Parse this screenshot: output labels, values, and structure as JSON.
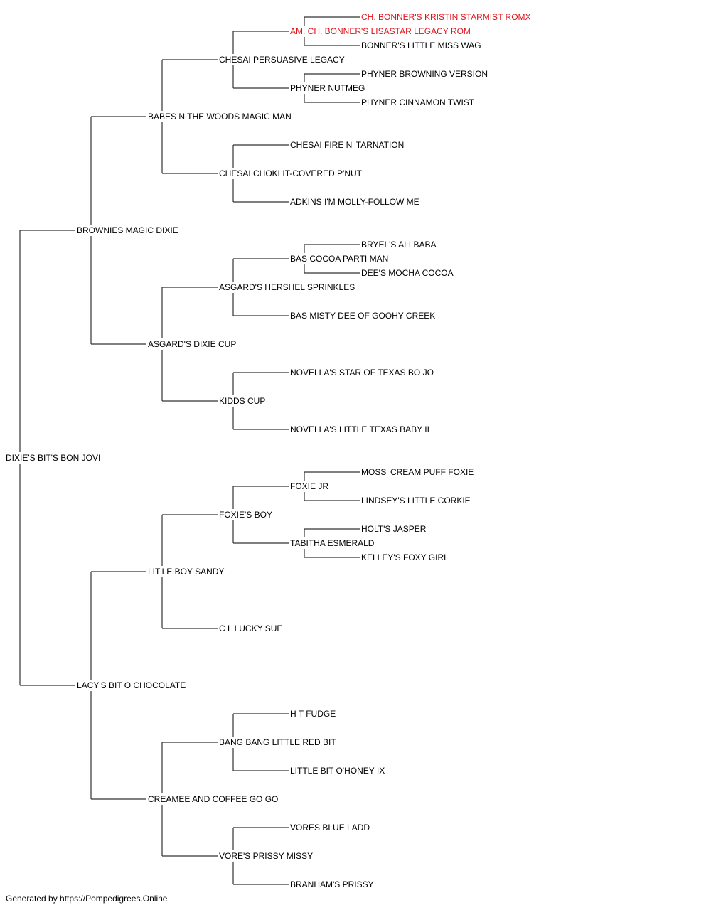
{
  "colors": {
    "line": "#333333",
    "text": "#000000",
    "highlight": "#e0121b"
  },
  "pedigree": {
    "name": "DIXIE'S BIT'S BON JOVI",
    "sire": {
      "name": "BROWNIES MAGIC DIXIE",
      "sire": {
        "name": "BABES N THE WOODS MAGIC MAN",
        "sire": {
          "name": "CHESAI PERSUASIVE LEGACY",
          "sire": {
            "name": "AM. CH. BONNER'S LISASTAR LEGACY ROM",
            "highlight": true,
            "sire": {
              "name": "CH. BONNER'S KRISTIN STARMIST ROMX",
              "highlight": true
            },
            "dam": {
              "name": "BONNER'S LITTLE MISS WAG"
            }
          },
          "dam": {
            "name": "PHYNER NUTMEG",
            "sire": {
              "name": "PHYNER BROWNING VERSION"
            },
            "dam": {
              "name": "PHYNER CINNAMON TWIST"
            }
          }
        },
        "dam": {
          "name": "CHESAI CHOKLIT-COVERED P'NUT",
          "sire": {
            "name": "CHESAI FIRE N' TARNATION"
          },
          "dam": {
            "name": "ADKINS I'M MOLLY-FOLLOW ME"
          }
        }
      },
      "dam": {
        "name": "ASGARD'S DIXIE CUP",
        "sire": {
          "name": "ASGARD'S HERSHEL SPRINKLES",
          "sire": {
            "name": "BAS COCOA PARTI MAN",
            "sire": {
              "name": "BRYEL'S ALI BABA"
            },
            "dam": {
              "name": "DEE'S MOCHA COCOA"
            }
          },
          "dam": {
            "name": "BAS MISTY DEE OF GOOHY CREEK"
          }
        },
        "dam": {
          "name": "KIDDS CUP",
          "sire": {
            "name": "NOVELLA'S STAR OF TEXAS BO JO"
          },
          "dam": {
            "name": "NOVELLA'S LITTLE TEXAS BABY II"
          }
        }
      }
    },
    "dam": {
      "name": "LACY'S BIT O CHOCOLATE",
      "sire": {
        "name": "LIT'LE BOY SANDY",
        "sire": {
          "name": "FOXIE'S BOY",
          "sire": {
            "name": "FOXIE JR",
            "sire": {
              "name": "MOSS' CREAM PUFF FOXIE"
            },
            "dam": {
              "name": "LINDSEY'S LITTLE CORKIE"
            }
          },
          "dam": {
            "name": "TABITHA ESMERALD",
            "sire": {
              "name": "HOLT'S JASPER"
            },
            "dam": {
              "name": "KELLEY'S FOXY GIRL"
            }
          }
        },
        "dam": {
          "name": "C L LUCKY SUE"
        }
      },
      "dam": {
        "name": "CREAMEE AND COFFEE GO GO",
        "sire": {
          "name": "BANG BANG LITTLE RED BIT",
          "sire": {
            "name": "H T FUDGE"
          },
          "dam": {
            "name": "LITTLE BIT O'HONEY IX"
          }
        },
        "dam": {
          "name": "VORE'S PRISSY MISSY",
          "sire": {
            "name": "VORES BLUE LADD"
          },
          "dam": {
            "name": "BRANHAM'S PRISSY"
          }
        }
      }
    }
  },
  "footer": {
    "text": "Generated by https://Pompedigrees.Online"
  }
}
